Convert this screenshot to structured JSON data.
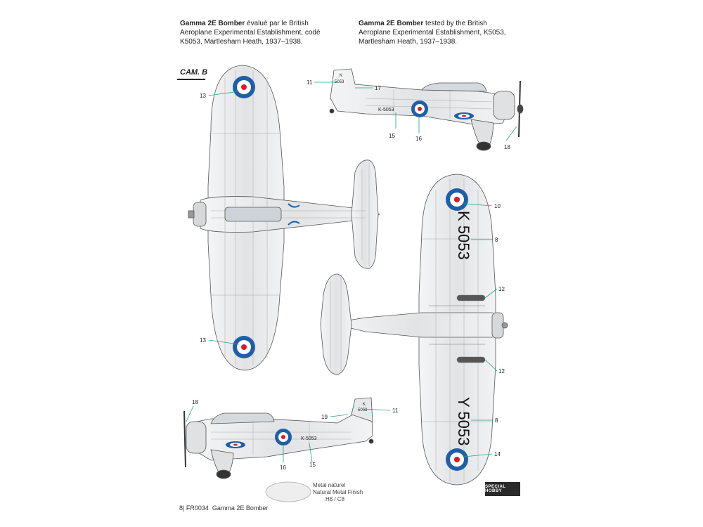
{
  "caption_fr": {
    "bold": "Gamma 2E Bomber",
    "l1": " évalué par le British",
    "l2": "Aeroplane Experimental Establishment, codé",
    "l3": "K5053, Martlesham Heath, 1937–1938."
  },
  "caption_en": {
    "bold": "Gamma 2E Bomber",
    "l1": " tested by the British",
    "l2": "Aeroplane Experimental Establishment, K5053,",
    "l3": "Martlesham Heath, 1937–1938."
  },
  "cam_label": "CAM. B",
  "callouts": {
    "c13a": "13",
    "c13b": "13",
    "c11a": "11",
    "c17": "17",
    "c15a": "15",
    "c16a": "16",
    "c18a": "18",
    "c10": "10",
    "c8a": "8",
    "c12a": "12",
    "c12b": "12",
    "c8b": "8",
    "c14": "14",
    "c18b": "18",
    "c19": "19",
    "c11b": "11",
    "c16b": "16",
    "c15b": "15"
  },
  "serials": {
    "top_wing": "K 5053",
    "bottom_wing": "Y 5053",
    "fuselage": "K-5053",
    "tail": "5053",
    "tail_k": "K"
  },
  "legend": {
    "l1": "Metal naturel",
    "l2": "Natural Metal Finish",
    "l3": "H8 / C8"
  },
  "footer": {
    "page": "8|",
    "code": "FR0034",
    "title": "Gamma 2E Bomber"
  },
  "logo": "SPECIAL HOBBY",
  "colors": {
    "roundel_blue": "#1f5fa8",
    "roundel_red": "#d81e24",
    "metal": "#e6e7e9",
    "callout": "#1aa58a"
  }
}
